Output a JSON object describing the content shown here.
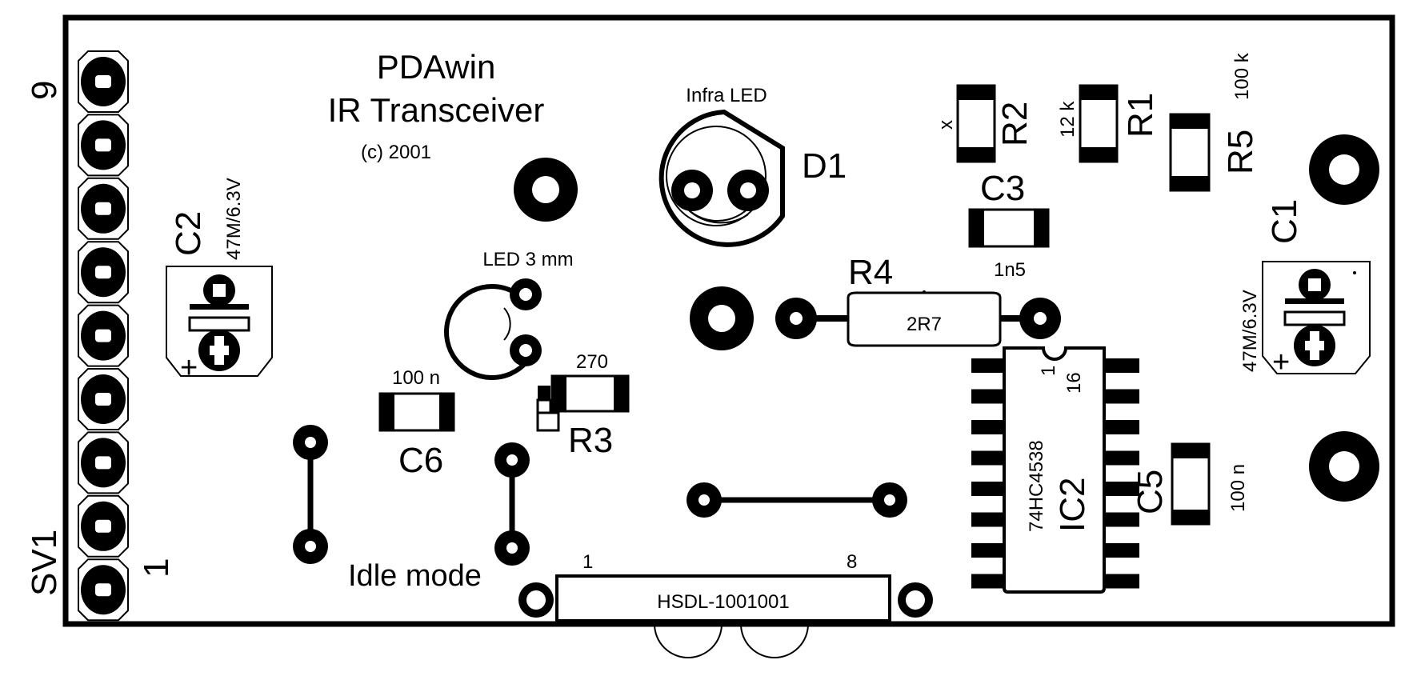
{
  "board": {
    "title_line1": "PDAwin",
    "title_line2": "IR Transceiver",
    "copyright": "(c) 2001",
    "idle_mode": "Idle mode"
  },
  "connector": {
    "ref": "SV1",
    "pin_first": "1",
    "pin_last": "9"
  },
  "components": {
    "c2": {
      "ref": "C2",
      "value": "47M/6.3V",
      "plus": "+"
    },
    "c1": {
      "ref": "C1",
      "value": "47M/6.3V",
      "plus": "+"
    },
    "d1": {
      "ref": "D1",
      "label": "Infra LED"
    },
    "led": {
      "label": "LED 3 mm"
    },
    "r2": {
      "ref": "R2",
      "value": "x"
    },
    "r1": {
      "ref": "R1",
      "value": "12 k"
    },
    "r5": {
      "ref": "R5",
      "value": "100 k"
    },
    "c3": {
      "ref": "C3",
      "value": "1n5"
    },
    "r4": {
      "ref": "R4",
      "value": "2R7"
    },
    "r3": {
      "ref": "R3",
      "value": "270"
    },
    "c6": {
      "ref": "C6",
      "value": "100 n"
    },
    "c5": {
      "ref": "C5",
      "value": "100 n"
    },
    "ic2": {
      "ref": "IC2",
      "part": "74HC4538",
      "pin1": "1",
      "pin16": "16"
    },
    "irda": {
      "part": "HSDL-1001001",
      "pin1": "1",
      "pin8": "8"
    }
  },
  "colors": {
    "ink": "#000000",
    "paper": "#ffffff"
  }
}
